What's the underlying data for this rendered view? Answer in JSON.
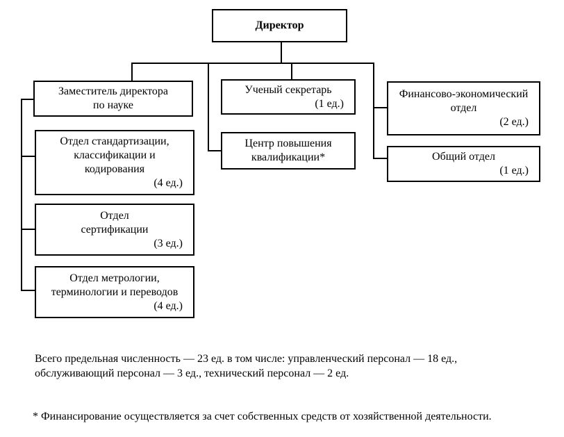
{
  "colors": {
    "background": "#ffffff",
    "line": "#000000",
    "text": "#000000"
  },
  "diagram": {
    "nodes": {
      "director": {
        "title": "Директор"
      },
      "deputy": {
        "line1": "Заместитель директора",
        "line2": "по науке"
      },
      "standardization": {
        "line1": "Отдел стандартизации,",
        "line2": "классификации и",
        "line3": "кодирования",
        "count": "(4 ед.)"
      },
      "certification": {
        "line1": "Отдел",
        "line2": "сертификации",
        "count": "(3 ед.)"
      },
      "metrology": {
        "line1": "Отдел метрологии,",
        "line2": "терминологии и переводов",
        "count": "(4 ед.)"
      },
      "secretary": {
        "line1": "Ученый секретарь",
        "count": "(1 ед.)"
      },
      "training_center": {
        "line1": "Центр повышения",
        "line2": "квалификации*"
      },
      "finance": {
        "line1": "Финансово-экономический",
        "line2": "отдел",
        "count": "(2 ед.)"
      },
      "general": {
        "line1": "Общий отдел",
        "count": "(1 ед.)"
      }
    },
    "notes": {
      "staffing_summary": "Всего предельная численность — 23 ед. в том числе: управленческий персонал — 18 ед., обслуживающий персонал — 3 ед., технический персонал — 2 ед.",
      "footnote": "* Финансирование осуществляется за счет собственных средств от хозяйственной деятельности."
    }
  }
}
